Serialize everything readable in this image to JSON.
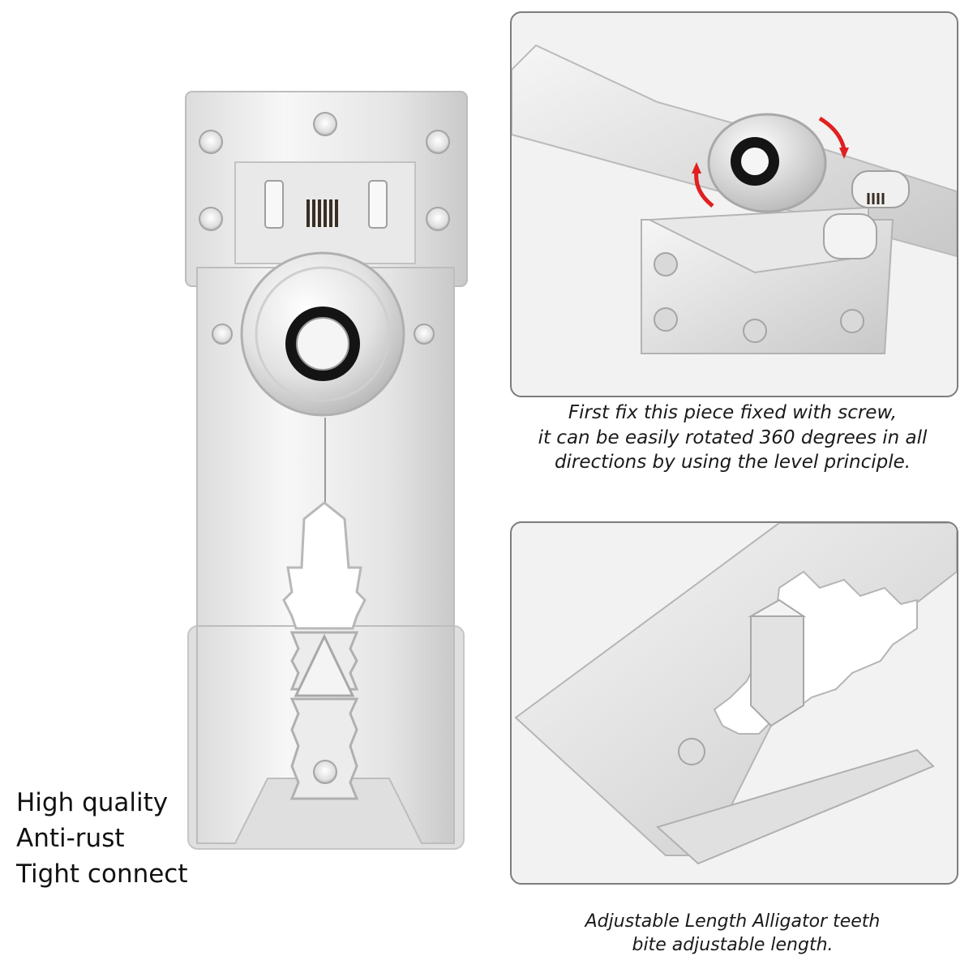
{
  "features": [
    "High quality",
    "Anti-rust",
    "Tight connect"
  ],
  "caption_top": {
    "lines": [
      "First fix this piece fixed with screw,",
      "it can be easily rotated 360 degrees in all",
      "directions by using the level principle."
    ]
  },
  "caption_bottom": {
    "lines": [
      "Adjustable Length Alligator teeth",
      "bite adjustable length."
    ]
  },
  "colors": {
    "metal_light": "#f4f4f4",
    "metal_mid": "#d6d6d6",
    "metal_dark": "#a9a9a9",
    "panel_border": "#7d7d7d",
    "rotation_arrow": "#e02020",
    "washer": "#141414"
  }
}
